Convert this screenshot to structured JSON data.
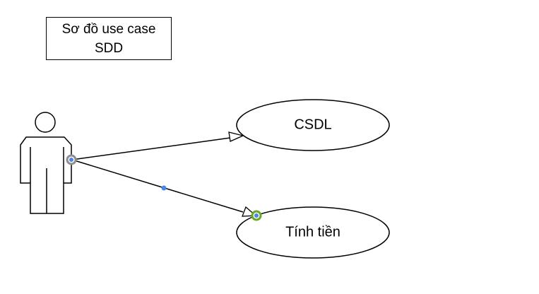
{
  "diagram": {
    "title_lines": [
      "Sơ đồ use case",
      "SDD"
    ],
    "use_cases": [
      {
        "id": "csdl",
        "label": "CSDL"
      },
      {
        "id": "tinh-tien",
        "label": "Tính tiền"
      }
    ],
    "actor": {
      "label": ""
    },
    "colors": {
      "stroke": "#000000",
      "handle_blue": "#4a86e8",
      "handle_gray": "#8e8e8e",
      "handle_green": "#6aa822"
    }
  }
}
